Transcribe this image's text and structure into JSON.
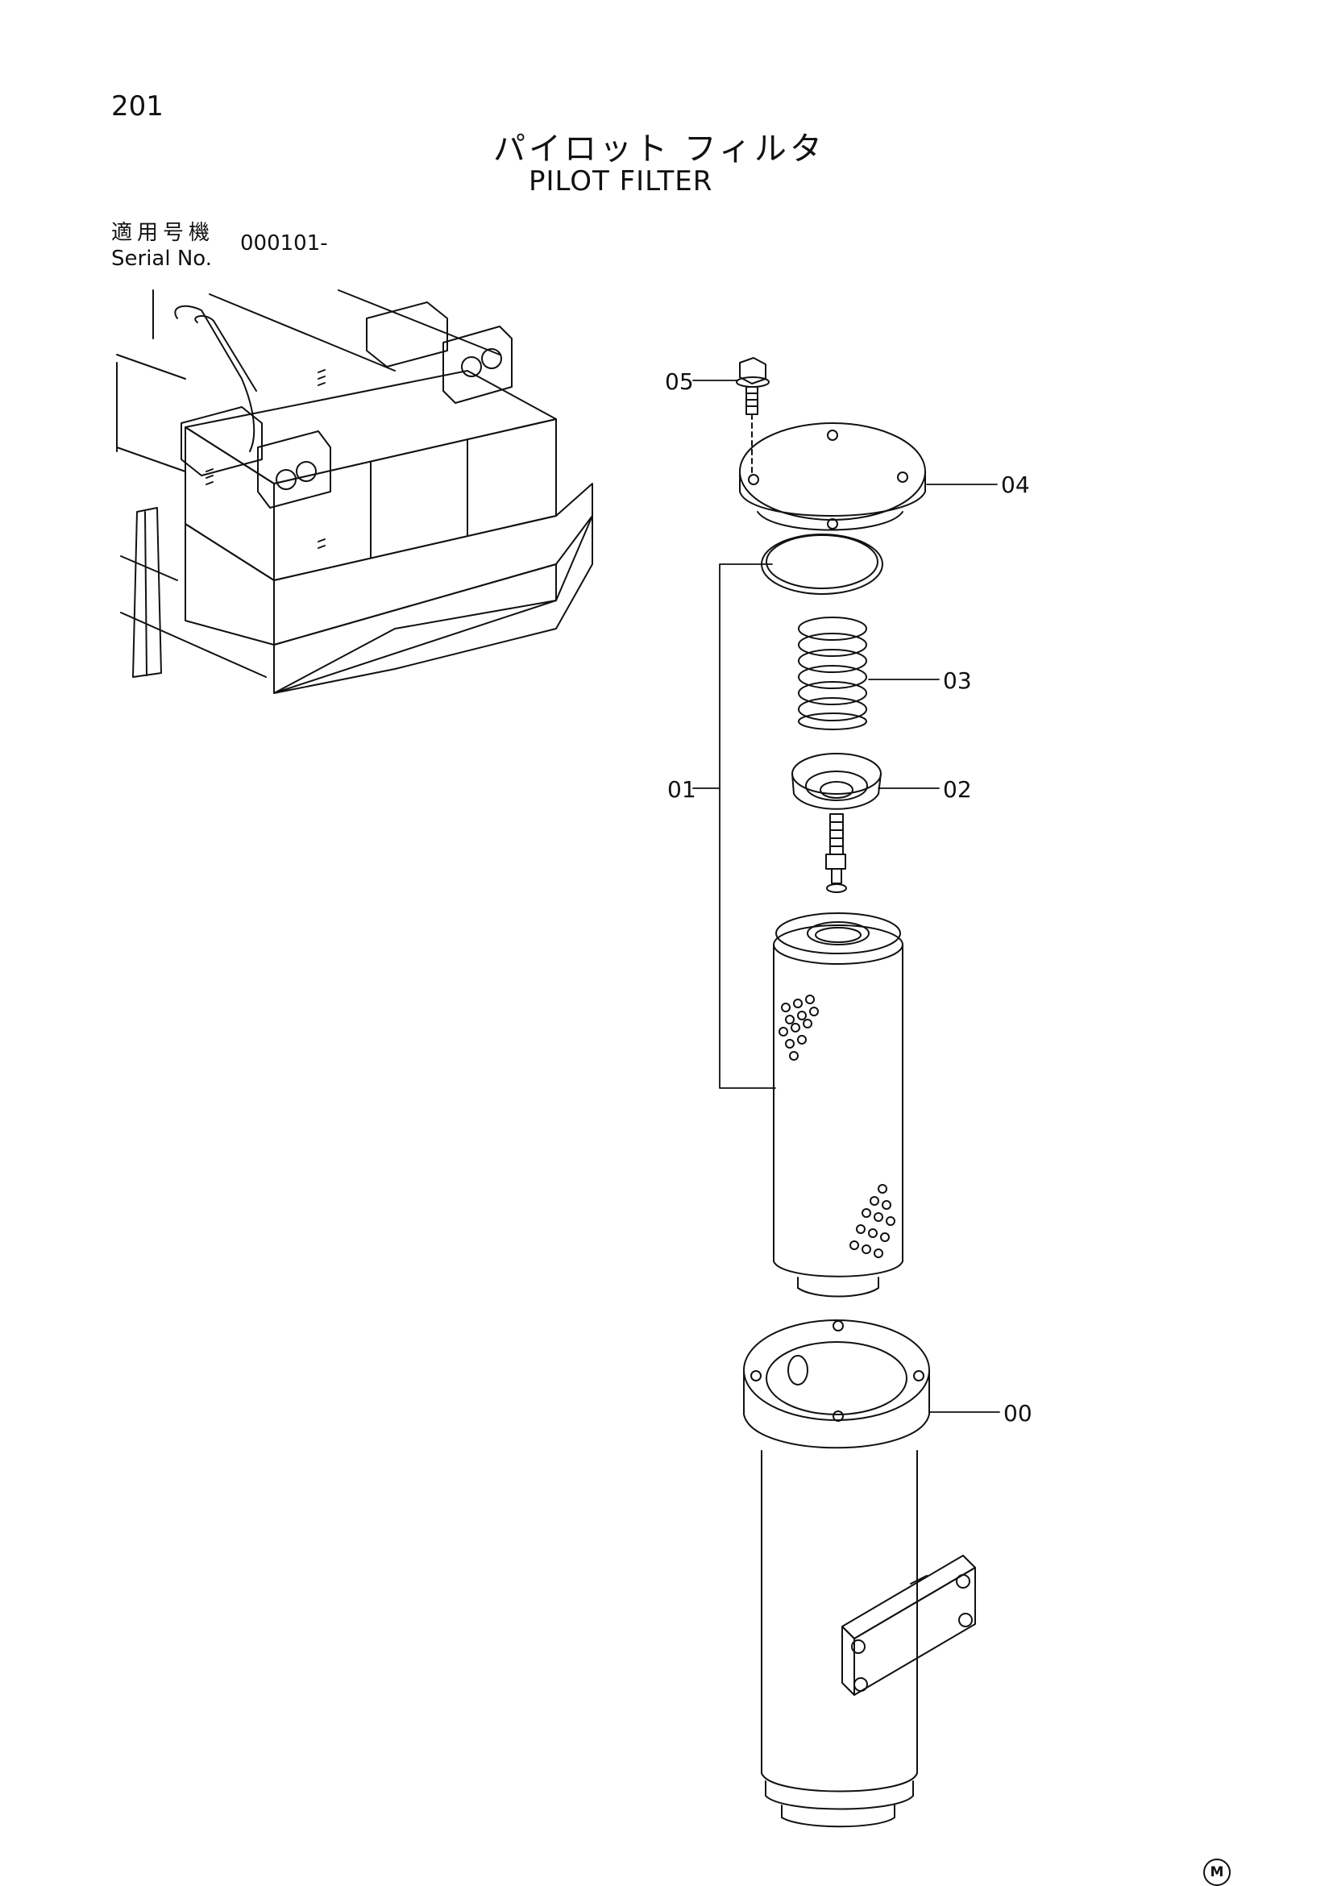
{
  "header": {
    "page_number": "201",
    "title_jp": "パイロット フィルタ",
    "title_en": "PILOT FILTER"
  },
  "serial": {
    "label_jp": "適用号機",
    "label_en": "Serial No.",
    "value": "000101-"
  },
  "callouts": {
    "c05": "05",
    "c04": "04",
    "c03": "03",
    "c02": "02",
    "c01": "01",
    "c00": "00"
  },
  "footer": {
    "mark": "M"
  }
}
